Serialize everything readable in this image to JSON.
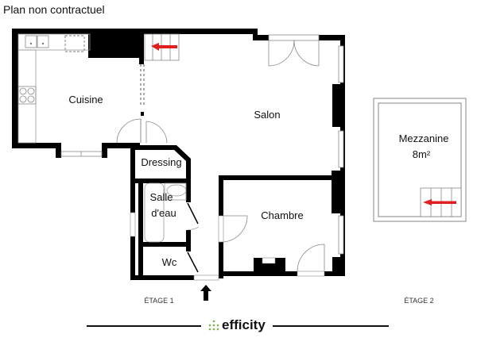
{
  "header": {
    "disclaimer": "Plan non contractuel"
  },
  "floors": [
    {
      "label": "ÉTAGE 1",
      "rooms": [
        {
          "name": "Cuisine"
        },
        {
          "name": "Salon"
        },
        {
          "name": "Dressing"
        },
        {
          "name": "Salle d'eau",
          "lines": [
            "Salle",
            "d'eau"
          ]
        },
        {
          "name": "Chambre"
        },
        {
          "name": "Wc"
        }
      ],
      "entrance": "entrance-arrow-icon"
    },
    {
      "label": "ÉTAGE 2",
      "rooms": [
        {
          "name": "Mezzanine",
          "area": "8m²"
        }
      ]
    }
  ],
  "footer": {
    "brand": "efficity"
  },
  "colors": {
    "wall": "#000000",
    "fixture": "#8a8a8a",
    "stair_arrow": "#e02020",
    "logo_dots": "#7ab648"
  }
}
